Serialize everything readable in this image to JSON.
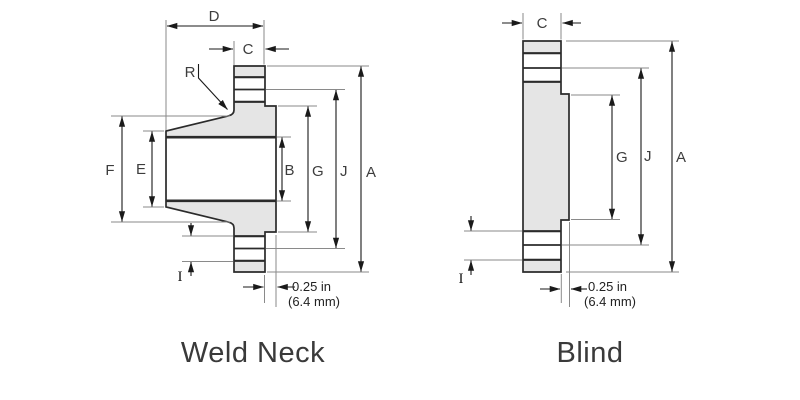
{
  "figure": {
    "type": "flange-technical-drawing",
    "background": "#ffffff",
    "colors": {
      "part_fill": "#e5e5e5",
      "part_line": "#2b2b2b",
      "dim_line": "#1a1a1a",
      "extension_line": "#8a8a8a",
      "label": "#3d3d3d",
      "caption": "#3a3a3a"
    },
    "weld_neck": {
      "caption": "Weld Neck",
      "labels": {
        "A": "A",
        "B": "B",
        "C": "C",
        "D": "D",
        "E": "E",
        "F": "F",
        "G": "G",
        "I": "I",
        "J": "J",
        "R": "R"
      },
      "raised_face_note": {
        "line1": "0.25 in",
        "line2": "(6.4 mm)"
      }
    },
    "blind": {
      "caption": "Blind",
      "labels": {
        "A": "A",
        "C": "C",
        "G": "G",
        "I": "I",
        "J": "J"
      },
      "raised_face_note": {
        "line1": "0.25 in",
        "line2": "(6.4 mm)"
      }
    }
  }
}
